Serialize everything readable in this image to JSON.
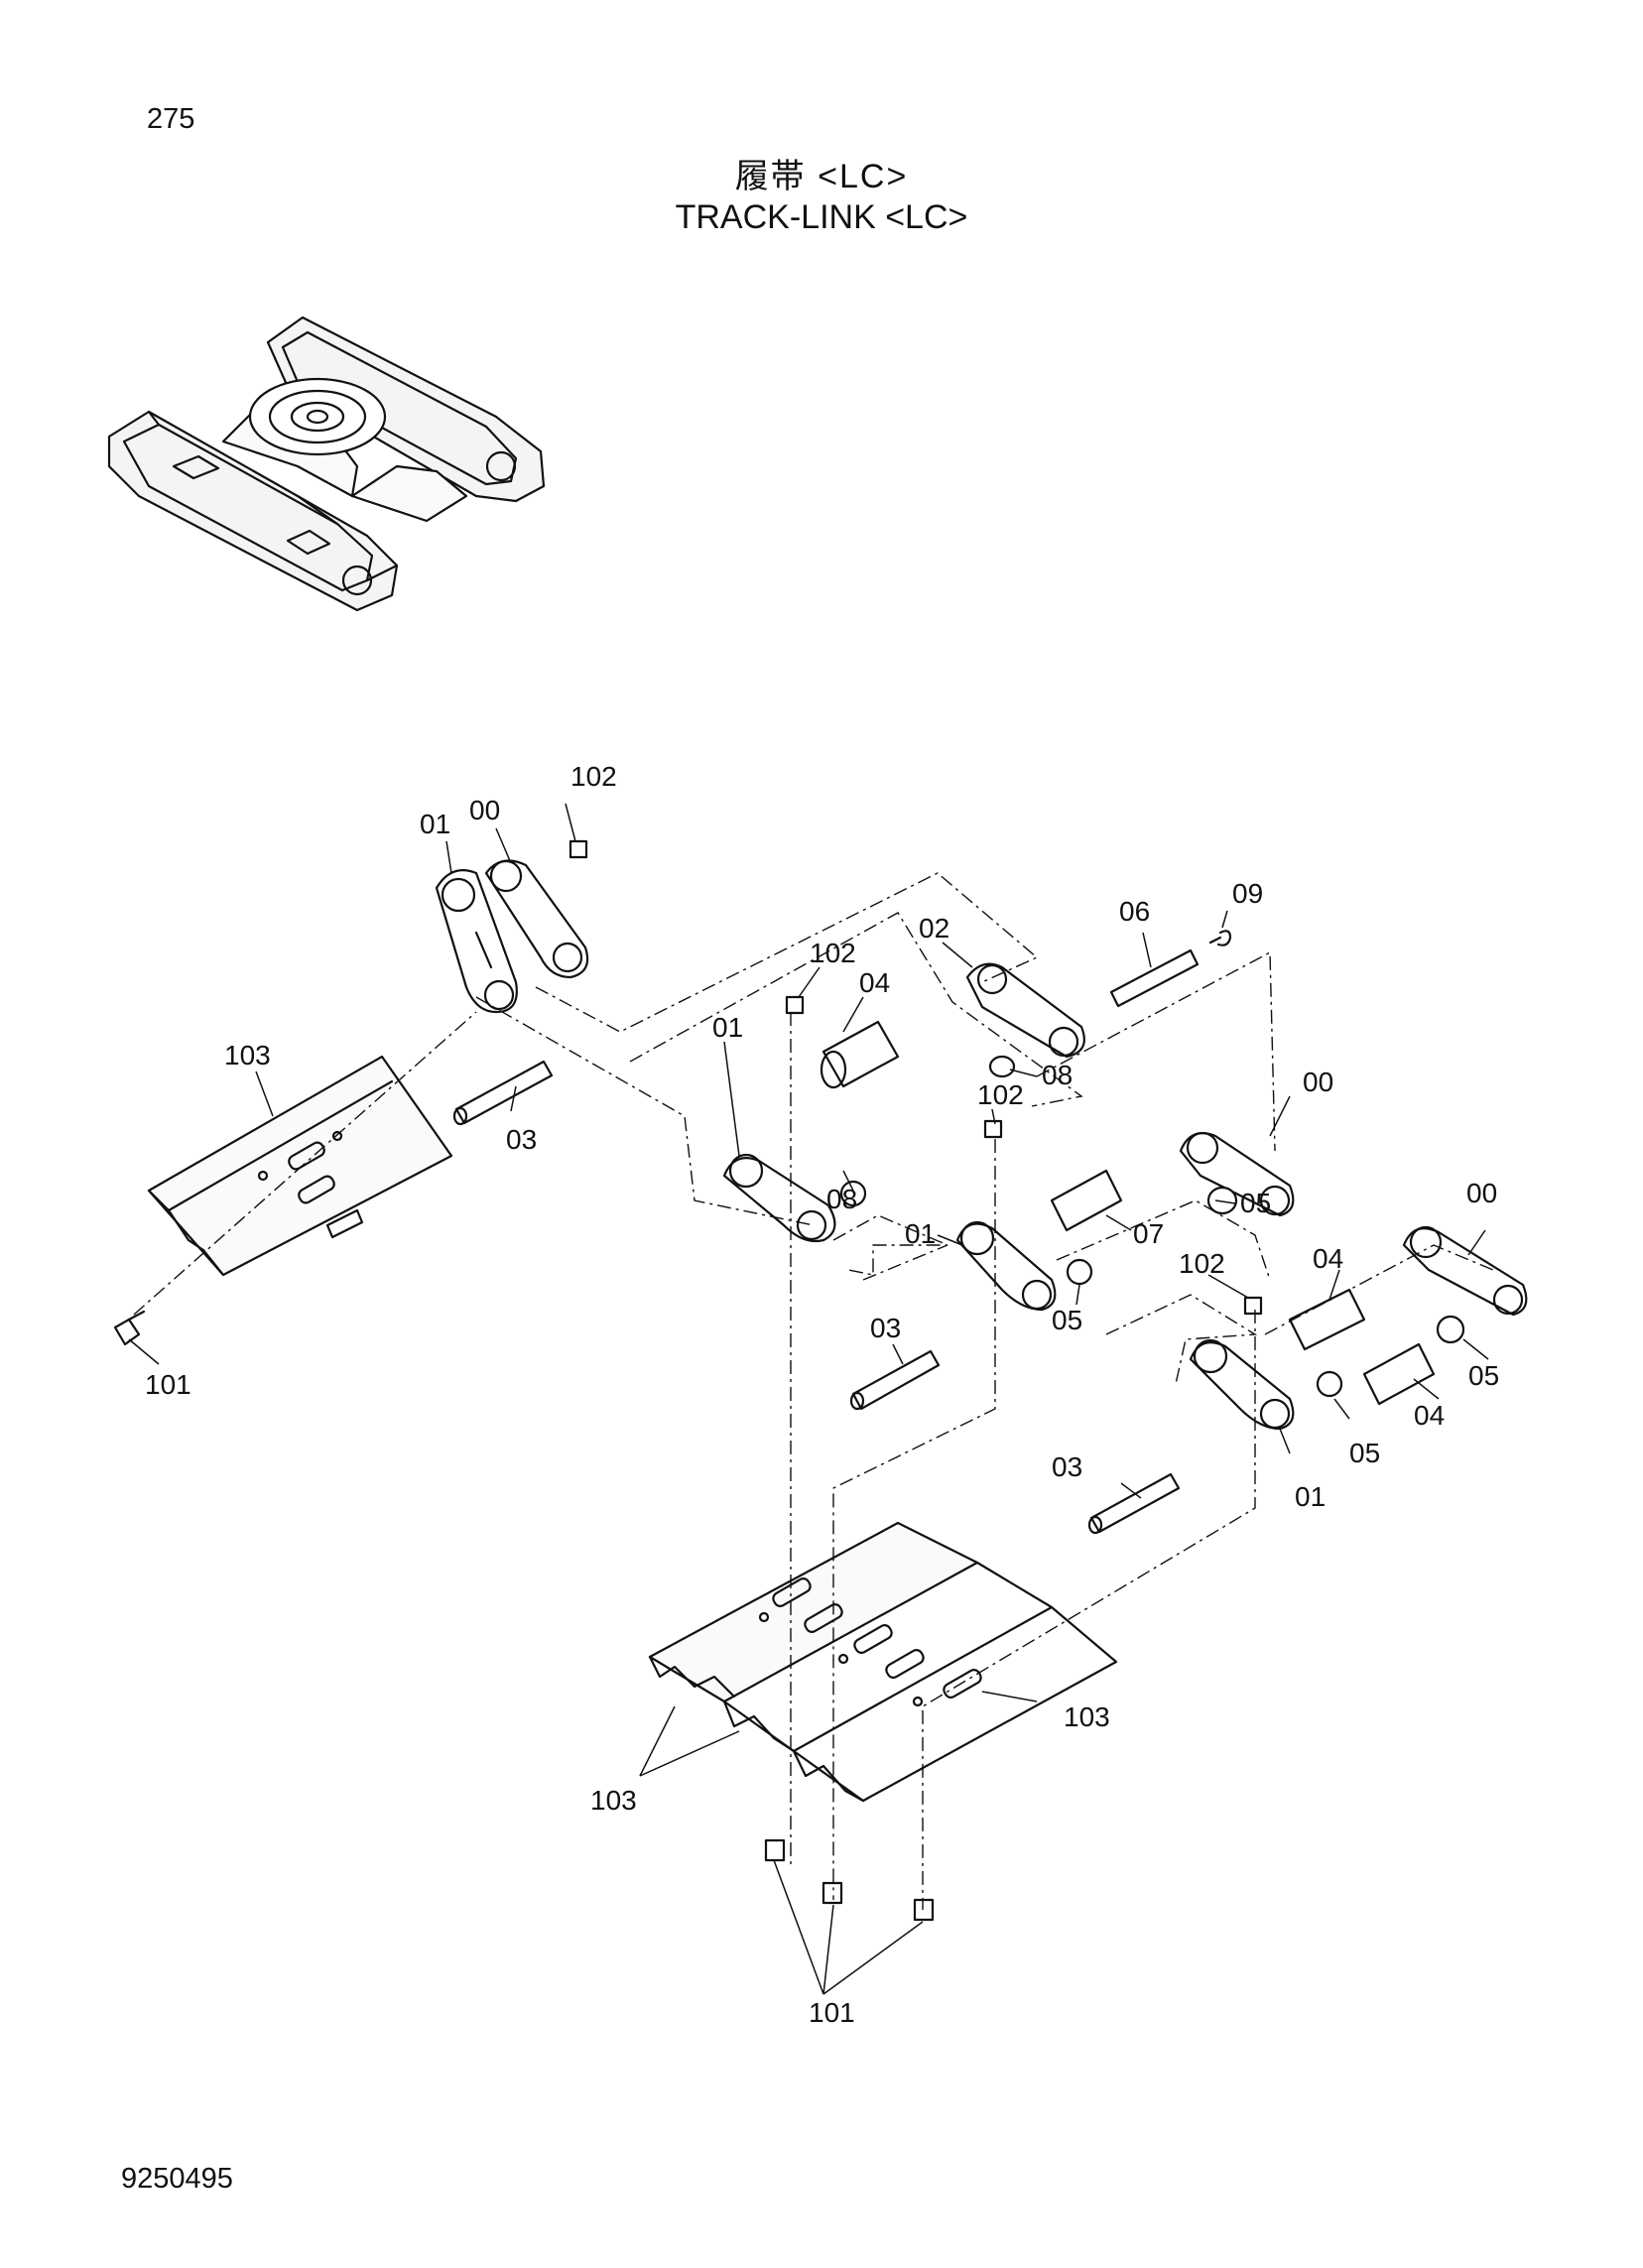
{
  "page_number": "275",
  "title_jp": "履帯 <LC>",
  "title_en": "TRACK-LINK <LC>",
  "document_number": "9250495",
  "callouts": {
    "c102a": "102",
    "c01a": "01",
    "c00a": "00",
    "c103a": "103",
    "c03a": "03",
    "c101a": "101",
    "c102b": "102",
    "c04a": "04",
    "c02": "02",
    "c06": "06",
    "c09": "09",
    "c08a": "08",
    "c01b": "01",
    "c08b": "08",
    "c102c": "102",
    "c00b": "00",
    "c05a": "05",
    "c07": "07",
    "c01c": "01",
    "c05b": "05",
    "c03b": "03",
    "c102d": "102",
    "c04b": "04",
    "c00c": "00",
    "c05c": "05",
    "c04c": "04",
    "c05d": "05",
    "c03c": "03",
    "c01d": "01",
    "c103b": "103",
    "c103c": "103",
    "c101b": "101"
  }
}
